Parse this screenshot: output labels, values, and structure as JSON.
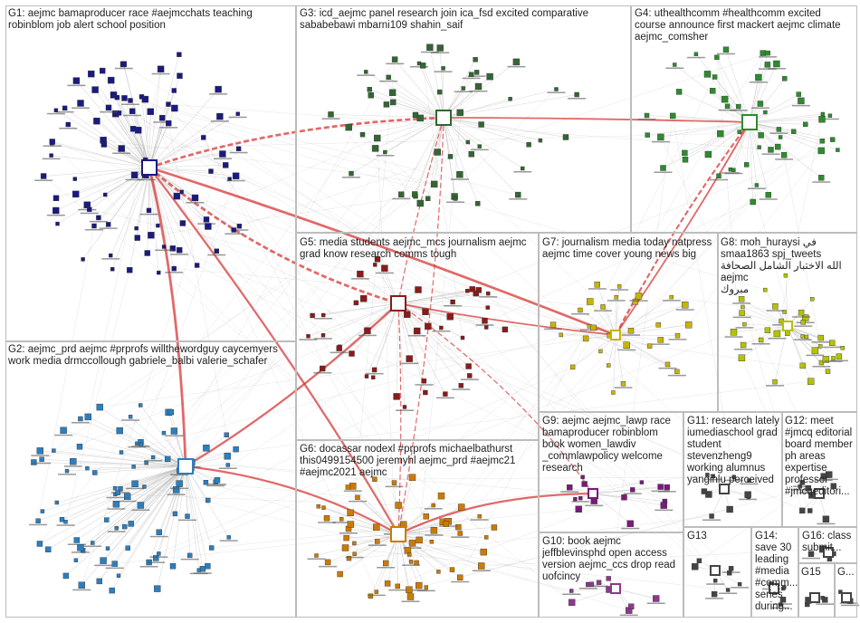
{
  "groups": [
    {
      "id": "G1",
      "label": "G1: aejmc bamaproducer race #aejmcchats teaching\nrobinblom job alert school position",
      "color": "#1a1a80"
    },
    {
      "id": "G2",
      "label": "G2: aejmc_prd aejmc #prprofs willthewordguy caycemyers\nwork media drmccollough gabriele_balbi valerie_schafer",
      "color": "#2a7fc0"
    },
    {
      "id": "G3",
      "label": "G3: icd_aejmc panel research join ica_fsd excited comparative\nsababebawi mbarni109 shahin_saif",
      "color": "#336633"
    },
    {
      "id": "G4",
      "label": "G4: uthealthcomm #healthcomm excited\ncourse announce first mackert aejmc climate\naejmc_comsher",
      "color": "#2e8b2e"
    },
    {
      "id": "G5",
      "label": "G5: media students aejmc_mcs journalism aejmc\ngrad know research comms tough",
      "color": "#8b1a1a"
    },
    {
      "id": "G6",
      "label": "G6: docassar nodexl #prprofs michaelbathurst\nthis0499154500 jeremyhl aejmc_prd #aejmc21\n#aejmc2021 aejmc",
      "color": "#cc7a00"
    },
    {
      "id": "G7",
      "label": "G7: journalism media today natpress\naejmc time cover young news big",
      "color": "#c8b400"
    },
    {
      "id": "G8",
      "label": "G8: moh_huraysi في\nsmaa1863 spj_tweets\nالله الاختبار الشامل الصحافة aejmc\nمبروك",
      "color": "#b5c200"
    },
    {
      "id": "G9",
      "label": "G9: aejmc aejmc_lawp race\nbamaproducer robinblom\nbook women_lawdiv\n_commlawpolicy welcome\nresearch",
      "color": "#7a1a7a"
    },
    {
      "id": "G10",
      "label": "G10: book aejmc\njeffblevinsphd open access\nversion aejmc_ccs drop read\nuofcincy",
      "color": "#8b3a8b"
    },
    {
      "id": "G11",
      "label": "G11: research lately\niumediaschool grad\nstudent\nstevenzheng9\nworking alumnus\nyanginlu perceived",
      "color": "#444444"
    },
    {
      "id": "G12",
      "label": "G12: meet\n#jmcq editorial\nboard member\nph areas\nexpertise\nprofessor\n#jmcqeditori...",
      "color": "#444444"
    },
    {
      "id": "G13",
      "label": "G13",
      "color": "#444444"
    },
    {
      "id": "G14",
      "label": "G14:\nsave 30\nleading\n#media\n#comm...\nseries\nduring...",
      "color": "#444444"
    },
    {
      "id": "G15",
      "label": "G15",
      "color": "#444444"
    },
    {
      "id": "G16",
      "label": "G16: class\nsubmit...",
      "color": "#444444"
    },
    {
      "id": "G17",
      "label": "G...",
      "color": "#444444"
    }
  ],
  "colors": {
    "edge": "#9a9a9a",
    "edge_strong": "#d42a2a",
    "box_border": "#bdbdbd",
    "background": "#ffffff"
  }
}
